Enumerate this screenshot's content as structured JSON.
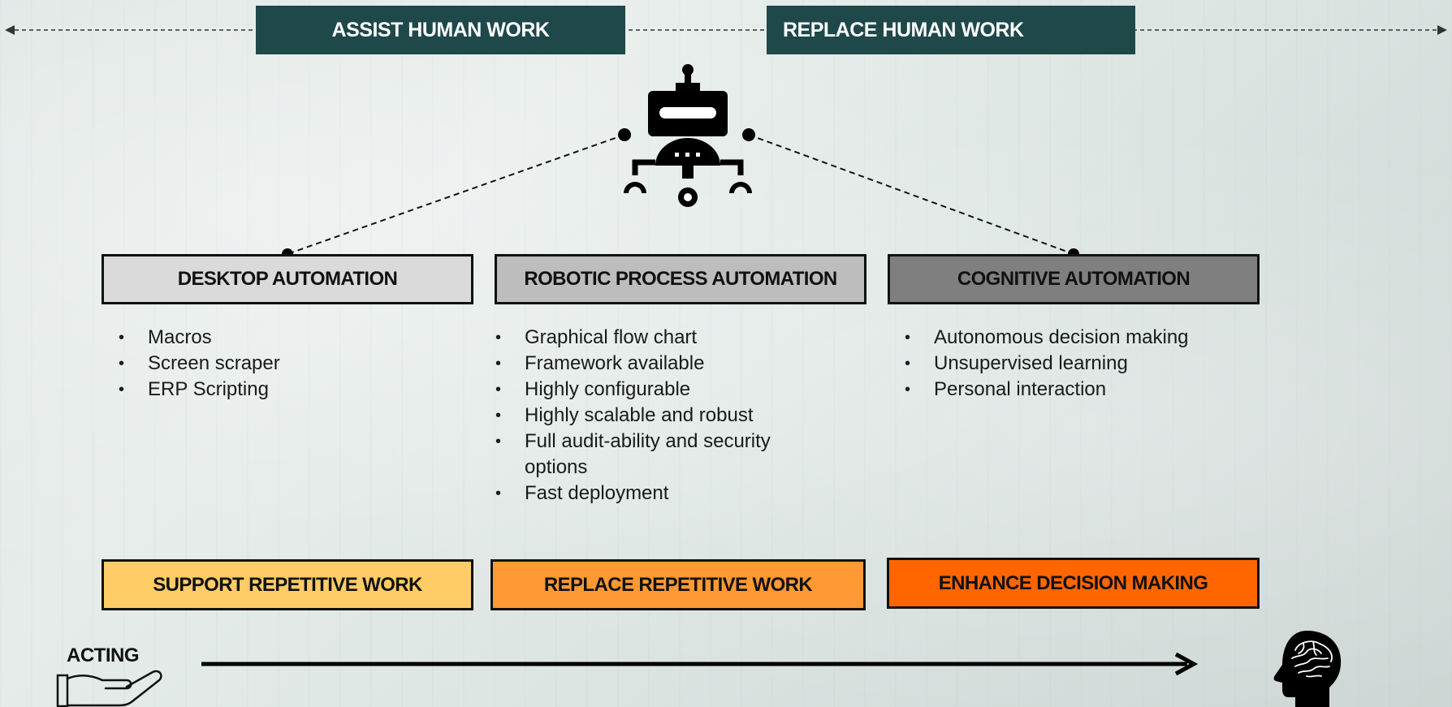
{
  "bands": {
    "assist": "ASSIST HUMAN WORK",
    "replace": "REPLACE HUMAN WORK"
  },
  "categories": [
    {
      "label": "DESKTOP AUTOMATION",
      "color": "#dadada"
    },
    {
      "label": "ROBOTIC PROCESS AUTOMATION",
      "color": "#bdbdbd"
    },
    {
      "label": "COGNITIVE AUTOMATION",
      "color": "#7f7f7f"
    }
  ],
  "features": {
    "desktop": [
      "Macros",
      "Screen scraper",
      "ERP Scripting"
    ],
    "rpa": [
      "Graphical flow chart",
      "Framework available",
      "Highly configurable",
      "Highly scalable and robust",
      "Full audit-ability and security options",
      "Fast deployment"
    ],
    "cognitive": [
      "Autonomous decision making",
      "Unsupervised learning",
      "Personal interaction"
    ]
  },
  "outcomes": [
    {
      "label": "SUPPORT REPETITIVE WORK",
      "color": "#ffcc66"
    },
    {
      "label": "REPLACE REPETITIVE WORK",
      "color": "#ff9933"
    },
    {
      "label": "ENHANCE DECISION MAKING",
      "color": "#ff6600"
    }
  ],
  "axis": {
    "left_label": "ACTING"
  },
  "icons": {
    "top": "robot-icon",
    "bottom_left": "hand-icon",
    "bottom_right": "brain-head-icon"
  },
  "colors": {
    "band": "#1f484a"
  }
}
